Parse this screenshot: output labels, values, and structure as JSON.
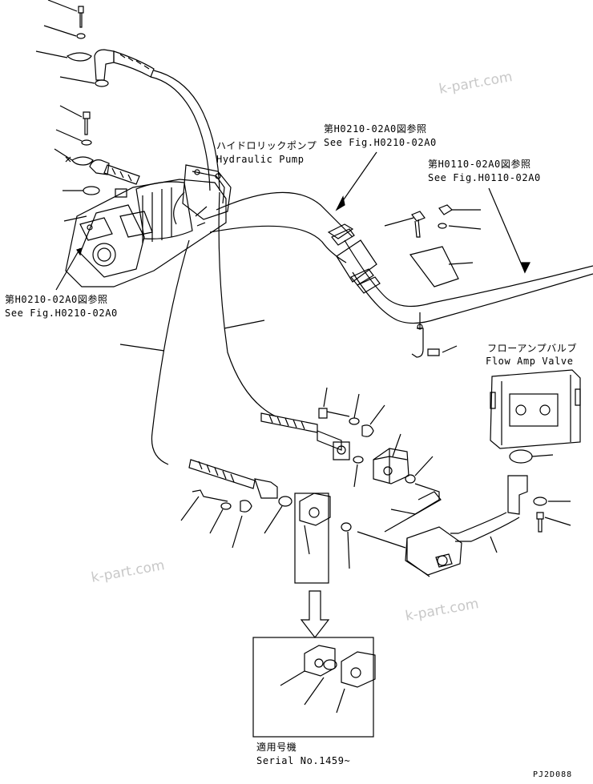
{
  "labels": {
    "pump_jp": "ハイドロリックポンプ",
    "pump_en": "Hydraulic Pump",
    "ref1_jp": "第H0210-02A0図参照",
    "ref1_en": "See Fig.H0210-02A0",
    "ref2_jp": "第H0110-02A0図参照",
    "ref2_en": "See Fig.H0110-02A0",
    "ref3_jp": "第H0210-02A0図参照",
    "ref3_en": "See Fig.H0210-02A0",
    "valve_jp": "フローアンプバルブ",
    "valve_en": "Flow Amp Valve",
    "serial_jp": "適用号機",
    "serial_en": "Serial No.1459~"
  },
  "watermarks": [
    "k-part.com",
    "k-part.com",
    "k-part.com"
  ],
  "drawing_code": "PJ2D088",
  "colors": {
    "ink": "#000000",
    "watermark": "#c8c8c8"
  }
}
